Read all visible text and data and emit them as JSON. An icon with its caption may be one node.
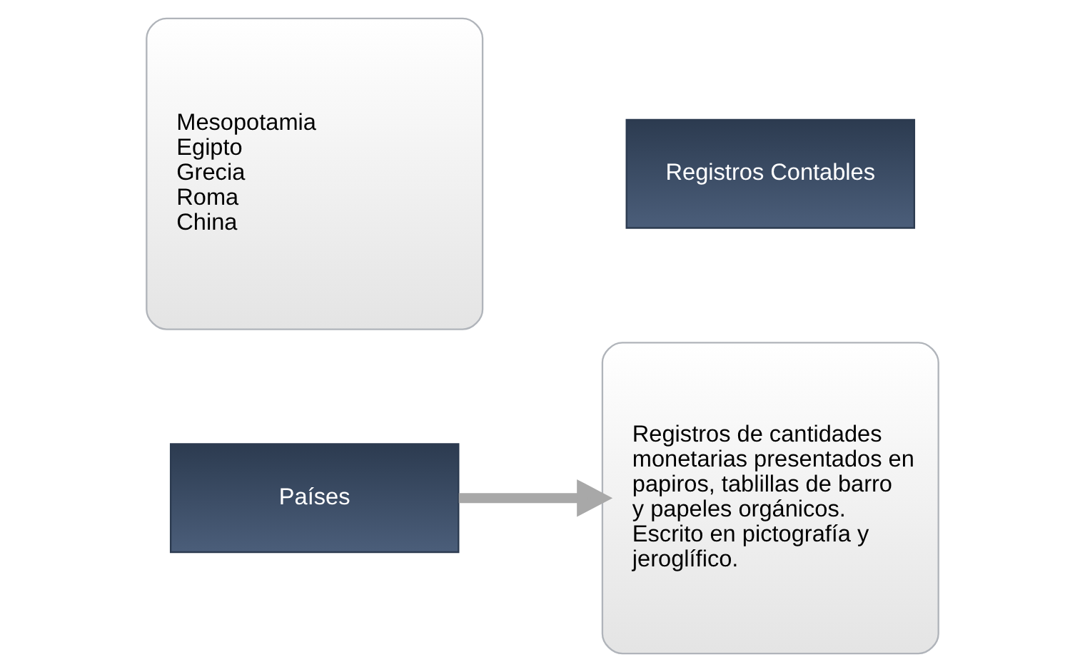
{
  "diagram": {
    "nodes": [
      {
        "text": [
          "Mesopotamia",
          "Egipto",
          "Grecia",
          "Roma",
          "China"
        ]
      },
      {
        "text": [
          "Países"
        ]
      },
      {
        "text": [
          "Registros de cantidades monetarias presentados en papiros, tablillas de barro y papeles orgánicos.",
          "Escrito en pictografía y jeroglífico."
        ]
      },
      {
        "text": [
          "Registros Contables"
        ]
      }
    ],
    "edges": [
      {
        "from": 1,
        "to": 2,
        "arrow": "to"
      }
    ]
  }
}
